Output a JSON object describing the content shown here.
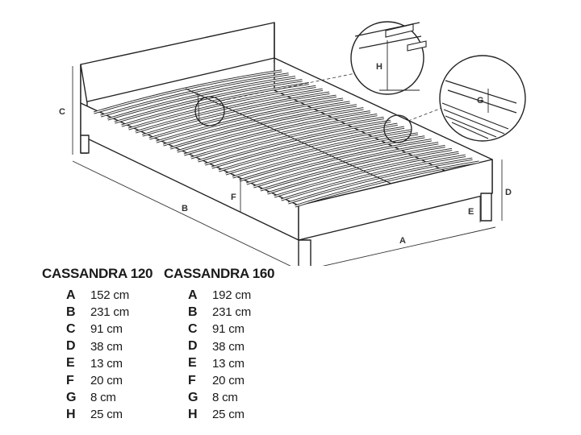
{
  "dimension_labels": [
    "A",
    "B",
    "C",
    "D",
    "E",
    "F",
    "G",
    "H"
  ],
  "models": [
    {
      "name": "CASSANDRA 120",
      "specs": [
        {
          "key": "A",
          "value": "152 cm"
        },
        {
          "key": "B",
          "value": "231 cm"
        },
        {
          "key": "C",
          "value": "91 cm"
        },
        {
          "key": "D",
          "value": "38 cm"
        },
        {
          "key": "E",
          "value": "13 cm"
        },
        {
          "key": "F",
          "value": "20 cm"
        },
        {
          "key": "G",
          "value": "8 cm"
        },
        {
          "key": "H",
          "value": "25 cm"
        }
      ]
    },
    {
      "name": "CASSANDRA 160",
      "specs": [
        {
          "key": "A",
          "value": "192 cm"
        },
        {
          "key": "B",
          "value": "231 cm"
        },
        {
          "key": "C",
          "value": "91 cm"
        },
        {
          "key": "D",
          "value": "38 cm"
        },
        {
          "key": "E",
          "value": "13 cm"
        },
        {
          "key": "F",
          "value": "20 cm"
        },
        {
          "key": "G",
          "value": "8 cm"
        },
        {
          "key": "H",
          "value": "25 cm"
        }
      ]
    }
  ]
}
